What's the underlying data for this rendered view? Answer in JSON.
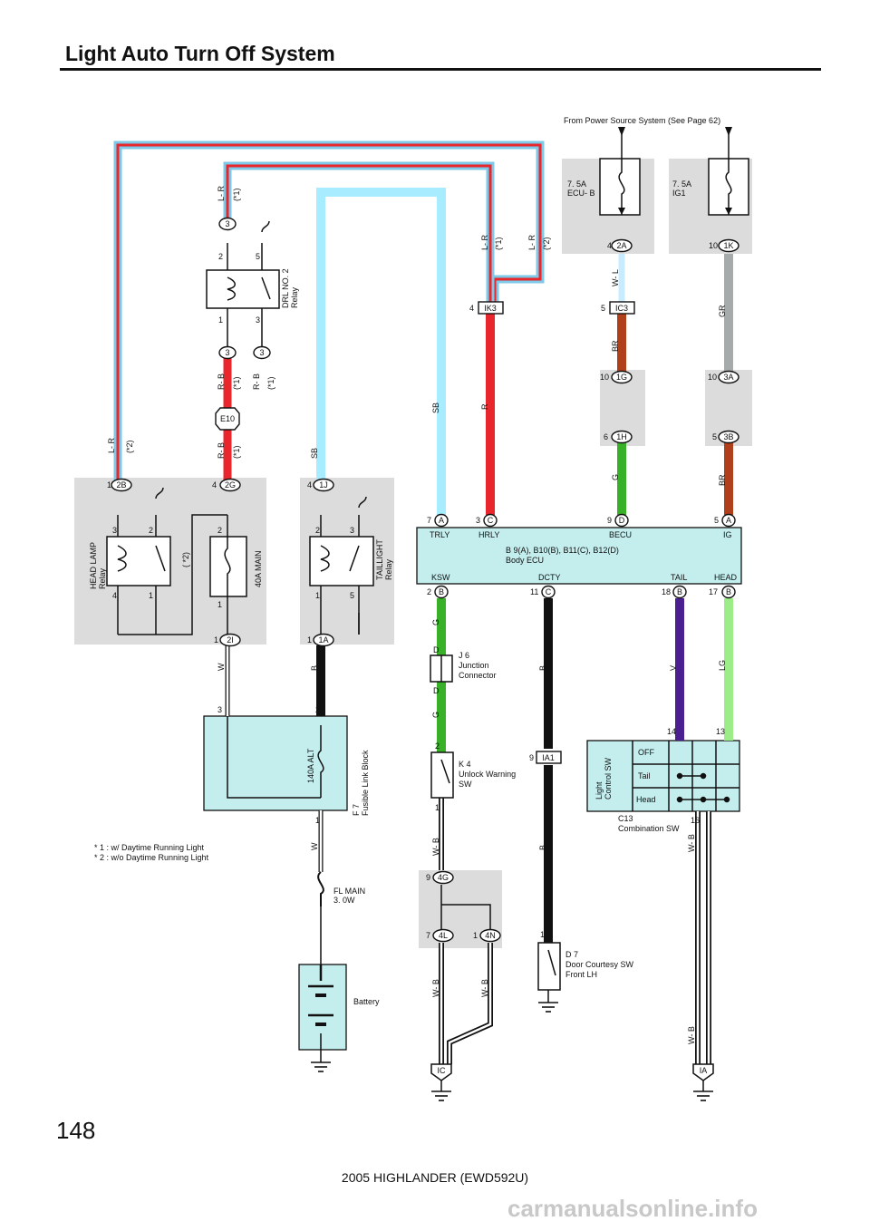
{
  "page": {
    "title": "Light Auto Turn Off System",
    "page_number": "148",
    "footer": "2005 HIGHLANDER (EWD592U)",
    "watermark": "carmanualsonline.info"
  },
  "colors": {
    "wire_LR": "#7ec8e8",
    "wire_LR_core": "#e8262b",
    "wire_SB": "#a8ecff",
    "wire_R": "#e8262b",
    "wire_WL": "#c8ecff",
    "wire_BR": "#b0401c",
    "wire_G": "#38b028",
    "wire_GR": "#a6aaaa",
    "wire_V": "#4a2090",
    "wire_LG": "#9cec88",
    "wire_B": "#111111",
    "wire_W": "#ffffff",
    "panel": "#dcdcdc",
    "component": "#c4eeee"
  },
  "annotations": {
    "power_source": "From Power Source System (See Page 62)",
    "note1": "* 1 : w/ Daytime Running Light",
    "note2": "* 2 : w/o Daytime Running Light"
  },
  "fuses": {
    "ecu_b": [
      "7. 5A",
      "ECU- B"
    ],
    "ig1": [
      "7. 5A",
      "IG1"
    ],
    "main40": "40A MAIN",
    "alt140": "140A ALT",
    "fl_main": [
      "FL MAIN",
      "3. 0W"
    ]
  },
  "components": {
    "drl": [
      "DRL NO. 2",
      "Relay"
    ],
    "head_lamp": [
      "HEAD LAMP",
      "Relay"
    ],
    "taillight": [
      "TAILLIGHT",
      "Relay"
    ],
    "fusible": [
      "F 7",
      "Fusible Link Block"
    ],
    "battery": "Battery",
    "ecu_line1": "B 9(A), B10(B), B11(C), B12(D)",
    "ecu_line2": "Body ECU",
    "j6": [
      "J 6",
      "Junction",
      "Connector"
    ],
    "k4": [
      "K 4",
      "Unlock Warning",
      "SW"
    ],
    "d7": [
      "D 7",
      "Door Courtesy SW",
      "Front LH"
    ],
    "light_sw": [
      "Light",
      "Control SW"
    ],
    "c13": [
      "C13",
      "Combination SW"
    ],
    "sw_off": "OFF",
    "sw_tail": "Tail",
    "sw_head": "Head"
  },
  "ecu_pins": {
    "top": [
      "TRLY",
      "HRLY",
      "BECU",
      "IG"
    ],
    "bottom": [
      "KSW",
      "DCTY",
      "TAIL",
      "HEAD"
    ]
  },
  "connectors": {
    "c2A": "2A",
    "c1K": "1K",
    "cIK3": "IK3",
    "cIC3": "IC3",
    "c1G": "1G",
    "c3A": "3A",
    "c1H": "1H",
    "c3B": "3B",
    "c2B": "2B",
    "c2G": "2G",
    "c1J": "1J",
    "c2I": "2I",
    "c1A": "1A",
    "cE10": "E10",
    "c3": "3",
    "eA": "A",
    "eC": "C",
    "eD": "D",
    "eB": "B",
    "c4G": "4G",
    "c4L": "4L",
    "c4N": "4N",
    "cIA1": "IA1",
    "gIC": "IC",
    "gIA": "IA"
  },
  "wire_labels": {
    "LR": "L- R",
    "RB": "R- B",
    "SB": "SB",
    "R": "R",
    "WL": "W- L",
    "BR": "BR",
    "G": "G",
    "GR": "GR",
    "W": "W",
    "B": "B",
    "V": "V",
    "LG": "LG",
    "WB": "W- B",
    "s1": "(*1)",
    "s2": "(*2)",
    "s1b": "( *1)",
    "s2b": "( *2)"
  },
  "pins": {
    "p1": "1",
    "p2": "2",
    "p3": "3",
    "p4": "4",
    "p5": "5",
    "p6": "6",
    "p7": "7",
    "p9": "9",
    "p10": "10",
    "p11": "11",
    "p13": "13",
    "p14": "14",
    "p16": "16",
    "p17": "17",
    "p18": "18",
    "pD": "D"
  }
}
